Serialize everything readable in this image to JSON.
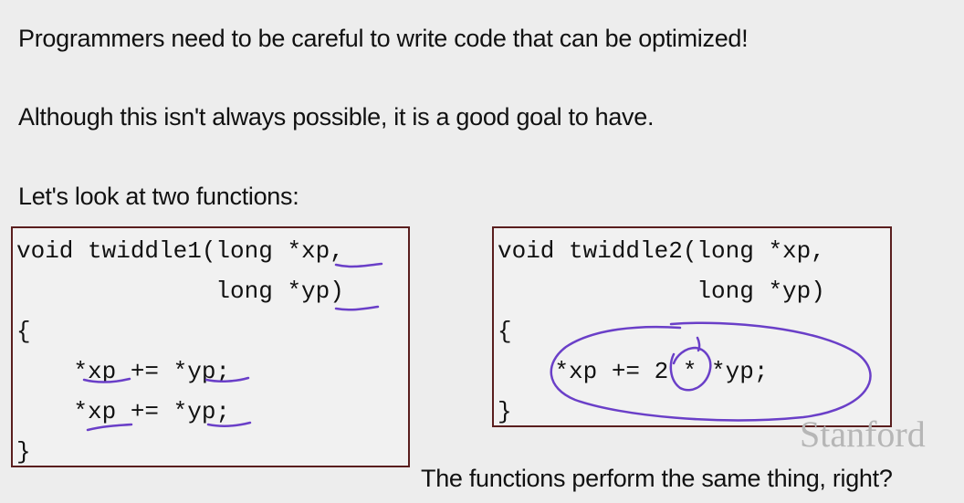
{
  "slide": {
    "line1": "Programmers need to be careful to write code that can be optimized!",
    "line2": "Although this isn't always possible, it is a good goal to have.",
    "line3": "Let's look at two functions:",
    "caption": "The functions perform the same thing, right?",
    "logo_text": "Stanford"
  },
  "code1": {
    "l1": "void twiddle1(long *xp,",
    "l2": "              long *yp)",
    "l3": "{",
    "l4": "    *xp += *yp;",
    "l5": "    *xp += *yp;",
    "l6": "}"
  },
  "code2": {
    "l1": "void twiddle2(long *xp,",
    "l2": "              long *yp)",
    "l3": "{",
    "l4": "    *xp += 2 * *yp;",
    "l5": "}"
  },
  "colors": {
    "box_border": "#5a1e1e",
    "annotation": "#6a3fc8",
    "background": "#ededed"
  }
}
